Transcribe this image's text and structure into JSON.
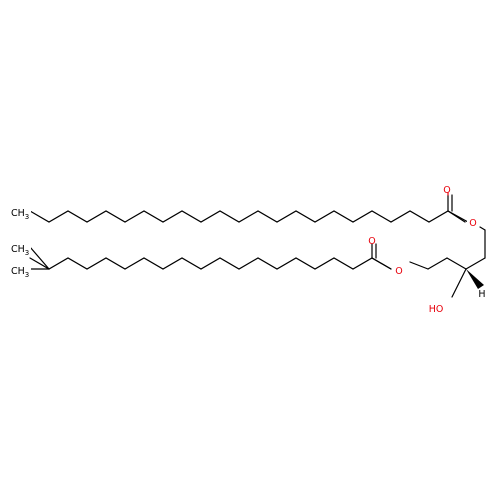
{
  "labels": {
    "carbonyl_oxygen_top": "O",
    "ester_oxygen_top": "O",
    "carbonyl_oxygen_bottom": "O",
    "ester_oxygen_bottom": "O",
    "hydroxyl": "HO",
    "stereo_hydrogen": "H",
    "terminal_methyl_top": "CH",
    "terminal_methyl_top_sub": "3",
    "methyl_branch_upper": "CH",
    "methyl_branch_upper_sub": "3",
    "methyl_branch_lower": "CH",
    "methyl_branch_lower_sub": "3"
  },
  "colors": {
    "carbon_bond": "#000000",
    "oxygen": "#e8000b",
    "hydrogen_label": "#000000",
    "background": "#ffffff"
  }
}
